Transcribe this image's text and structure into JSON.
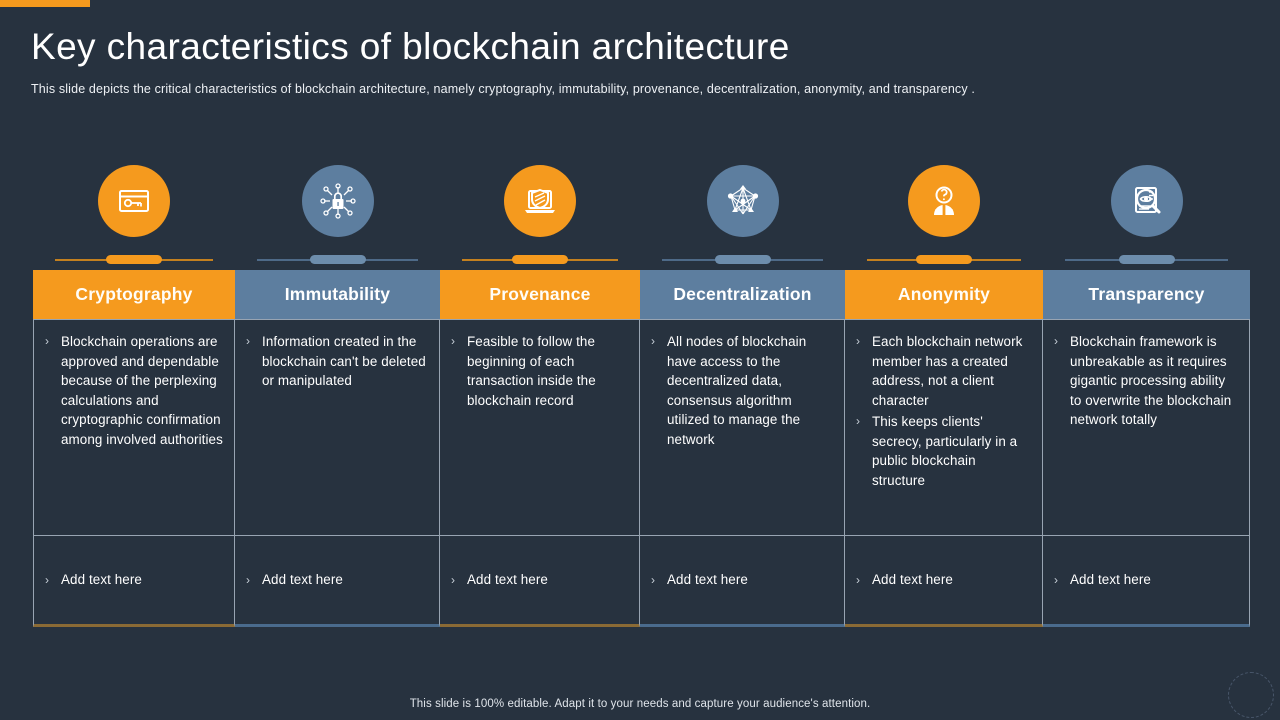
{
  "slide": {
    "title": "Key characteristics of blockchain architecture",
    "subtitle": "This slide depicts the critical characteristics of blockchain architecture, namely cryptography, immutability, provenance,  decentralization, anonymity, and transparency .",
    "footer": "This slide is 100% editable. Adapt it to your needs and capture your audience's attention.",
    "colors": {
      "background": "#27323f",
      "accent_orange": "#f59a1e",
      "accent_blue": "#5d7e9f",
      "grid_line": "#98a4b2",
      "text": "#ffffff"
    }
  },
  "columns": [
    {
      "header": "Cryptography",
      "theme": "orange",
      "icon": "card-key-icon",
      "bullets": [
        "Blockchain operations are approved and dependable because of the perplexing calculations and cryptographic confirmation among involved authorities"
      ],
      "add_text": "Add text here"
    },
    {
      "header": "Immutability",
      "theme": "blue",
      "icon": "network-lock-icon",
      "bullets": [
        "Information created in the blockchain can't be deleted or manipulated"
      ],
      "add_text": "Add text here"
    },
    {
      "header": "Provenance",
      "theme": "orange",
      "icon": "laptop-shield-icon",
      "bullets": [
        "Feasible to follow the beginning of each transaction inside the blockchain record"
      ],
      "add_text": "Add text here"
    },
    {
      "header": "Decentralization",
      "theme": "blue",
      "icon": "node-network-icon",
      "bullets": [
        "All nodes of blockchain have access to the decentralized data, consensus algorithm utilized to manage the network"
      ],
      "add_text": "Add text here"
    },
    {
      "header": "Anonymity",
      "theme": "orange",
      "icon": "anonymous-person-icon",
      "bullets": [
        "Each blockchain network member has a created address, not a client character",
        "This keeps clients' secrecy, particularly in a public blockchain structure"
      ],
      "add_text": "Add text here"
    },
    {
      "header": "Transparency",
      "theme": "blue",
      "icon": "magnifier-eye-document-icon",
      "bullets": [
        "Blockchain framework is unbreakable as it requires gigantic processing ability to overwrite the blockchain network totally"
      ],
      "add_text": "Add text here"
    }
  ],
  "bullet_marker": "›"
}
